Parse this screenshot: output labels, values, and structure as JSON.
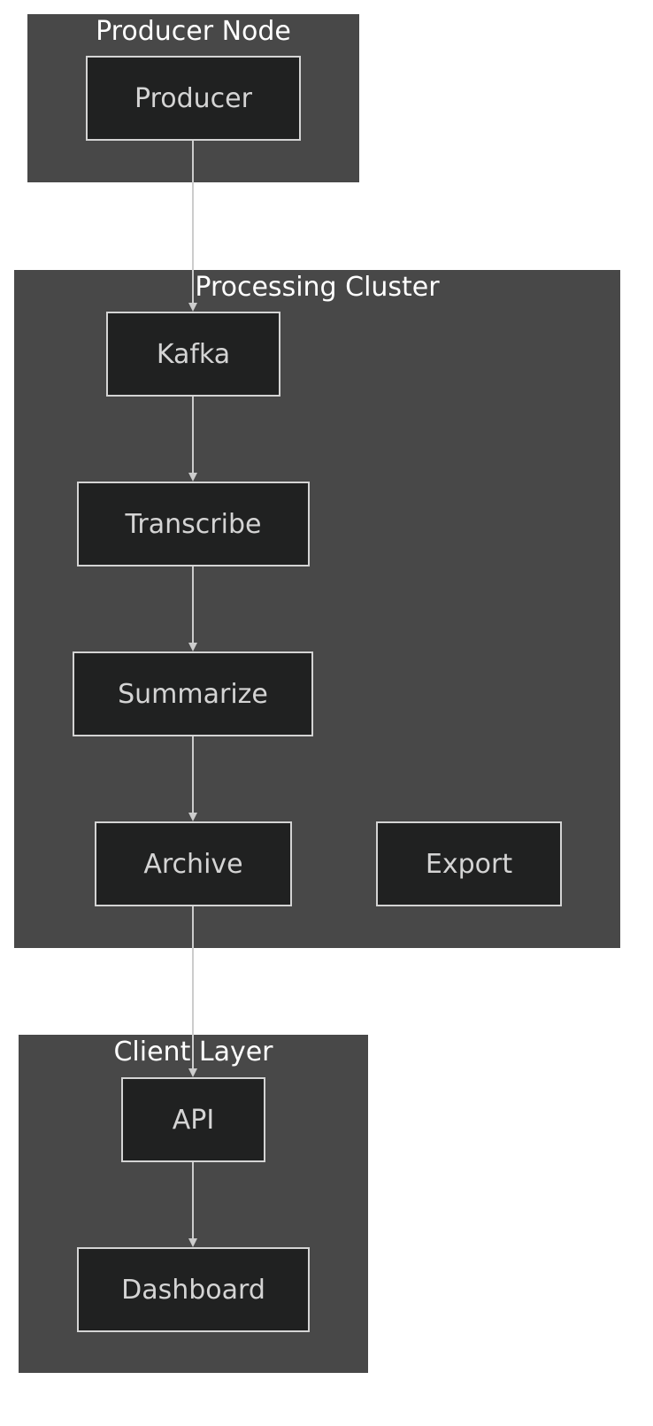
{
  "clusters": {
    "producer_node": {
      "title": "Producer Node"
    },
    "processing_cluster": {
      "title": "Processing Cluster"
    },
    "client_layer": {
      "title": "Client Layer"
    }
  },
  "nodes": {
    "producer": "Producer",
    "kafka": "Kafka",
    "transcribe": "Transcribe",
    "summarize": "Summarize",
    "archive": "Archive",
    "export": "Export",
    "api": "API",
    "dashboard": "Dashboard"
  },
  "edges": [
    {
      "from": "producer",
      "to": "kafka"
    },
    {
      "from": "kafka",
      "to": "transcribe"
    },
    {
      "from": "transcribe",
      "to": "summarize"
    },
    {
      "from": "summarize",
      "to": "archive"
    },
    {
      "from": "archive",
      "to": "api"
    },
    {
      "from": "api",
      "to": "dashboard"
    }
  ],
  "colors": {
    "cluster_fill": "#484848",
    "node_fill": "#202121",
    "node_border": "#d4d4d4",
    "node_text": "#d4d4d4",
    "edge": "#cccccc",
    "cluster_title": "#ffffff"
  }
}
